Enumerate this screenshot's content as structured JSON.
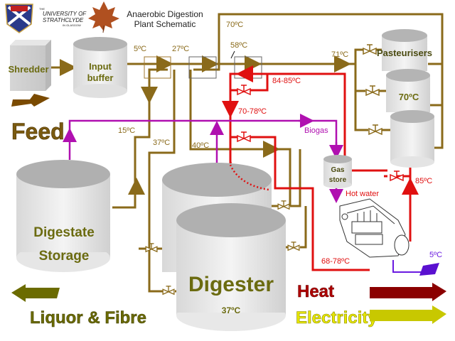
{
  "title": {
    "line1": "Anaerobic Digestion",
    "line2": "Plant Schematic"
  },
  "logo": {
    "small": "THE",
    "line1": "UNIVERSITY OF",
    "line2": "STRATHCLYDE",
    "line3": "IN GLASGOW"
  },
  "components": {
    "shredder": "Shredder",
    "input_buffer": [
      "Input",
      "buffer"
    ],
    "pasteurisers": "Pasteurisers",
    "pasteuriser_temp": "70ºC",
    "gas_store": [
      "Gas",
      "store"
    ],
    "digestate_storage": [
      "Digestate",
      "Storage"
    ],
    "digester": "Digester",
    "digester_temp": "37ºC",
    "hot_water": "Hot water",
    "biogas": "Biogas"
  },
  "temperatures": {
    "t5_in": "5ºC",
    "t27": "27ºC",
    "t70_top": "70ºC",
    "t58": "58ºC",
    "t71": "71ºC",
    "t84_85": "84-85ºC",
    "t70_78": "70-78ºC",
    "t15": "15ºC",
    "t37": "37ºC",
    "t40": "40ºC",
    "t85": "85ºC",
    "t68_78": "68-78ºC",
    "t5_cold": "5ºC"
  },
  "outputs": {
    "feed": "Feed",
    "liquor_fibre": "Liquor & Fibre",
    "heat": "Heat",
    "electricity": "Electricity"
  },
  "colors": {
    "digestate_pipe": "#8a6a1a",
    "hot_water_pipe": "#e01010",
    "biogas_pipe": "#b010b0",
    "cold_water_pipe": "#6a1ae0",
    "heat_arrow": "#8b0000",
    "electricity_arrow": "#c8c800",
    "feed_arrow": "#7a4a00",
    "liquor_arrow": "#6b6b00"
  }
}
